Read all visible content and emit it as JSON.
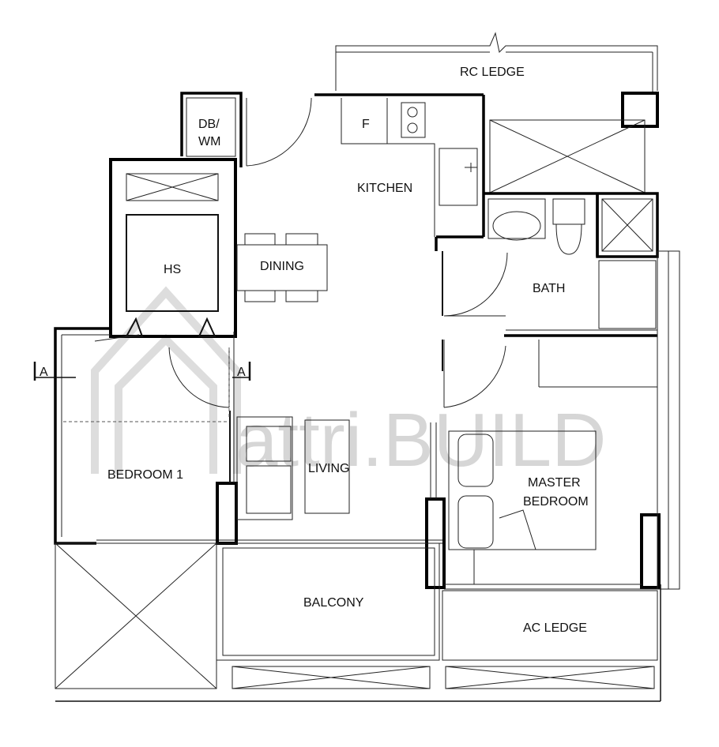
{
  "rooms": {
    "rc_ledge": "RC LEDGE",
    "db_wm_line1": "DB/",
    "db_wm_line2": "WM",
    "fridge": "F",
    "kitchen": "KITCHEN",
    "hs": "HS",
    "dining": "DINING",
    "bath": "BATH",
    "bedroom1": "BEDROOM 1",
    "living": "LIVING",
    "master_line1": "MASTER",
    "master_line2": "BEDROOM",
    "balcony": "BALCONY",
    "ac_ledge": "AC LEDGE"
  },
  "section_marker": "A",
  "watermark": {
    "text": "attri.BUILD",
    "color": "#c9c9c9"
  }
}
